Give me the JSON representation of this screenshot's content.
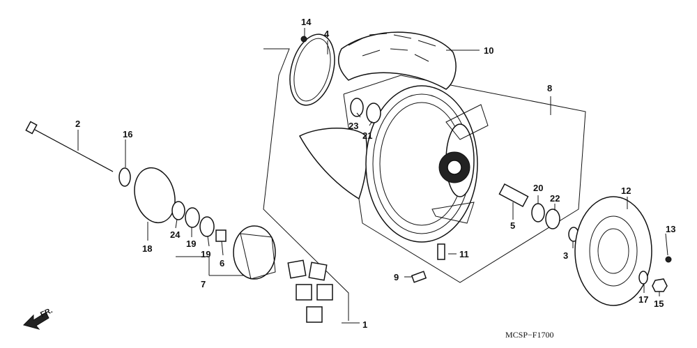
{
  "diagram": {
    "callouts": [
      {
        "id": "c1",
        "text": "1"
      },
      {
        "id": "c2",
        "text": "2"
      },
      {
        "id": "c3",
        "text": "3"
      },
      {
        "id": "c4",
        "text": "4"
      },
      {
        "id": "c5",
        "text": "5"
      },
      {
        "id": "c6",
        "text": "6"
      },
      {
        "id": "c7",
        "text": "7"
      },
      {
        "id": "c8",
        "text": "8"
      },
      {
        "id": "c9",
        "text": "9"
      },
      {
        "id": "c10",
        "text": "10"
      },
      {
        "id": "c11",
        "text": "11"
      },
      {
        "id": "c12",
        "text": "12"
      },
      {
        "id": "c13",
        "text": "13"
      },
      {
        "id": "c14",
        "text": "14"
      },
      {
        "id": "c15",
        "text": "15"
      },
      {
        "id": "c16",
        "text": "16"
      },
      {
        "id": "c17",
        "text": "17"
      },
      {
        "id": "c18",
        "text": "18"
      },
      {
        "id": "c19a",
        "text": "19"
      },
      {
        "id": "c19b",
        "text": "19"
      },
      {
        "id": "c20",
        "text": "20"
      },
      {
        "id": "c21",
        "text": "21"
      },
      {
        "id": "c22",
        "text": "22"
      },
      {
        "id": "c23",
        "text": "23"
      },
      {
        "id": "c24",
        "text": "24"
      }
    ],
    "direction_marker": "FR.",
    "figure_code": "MCSP−F1700"
  }
}
